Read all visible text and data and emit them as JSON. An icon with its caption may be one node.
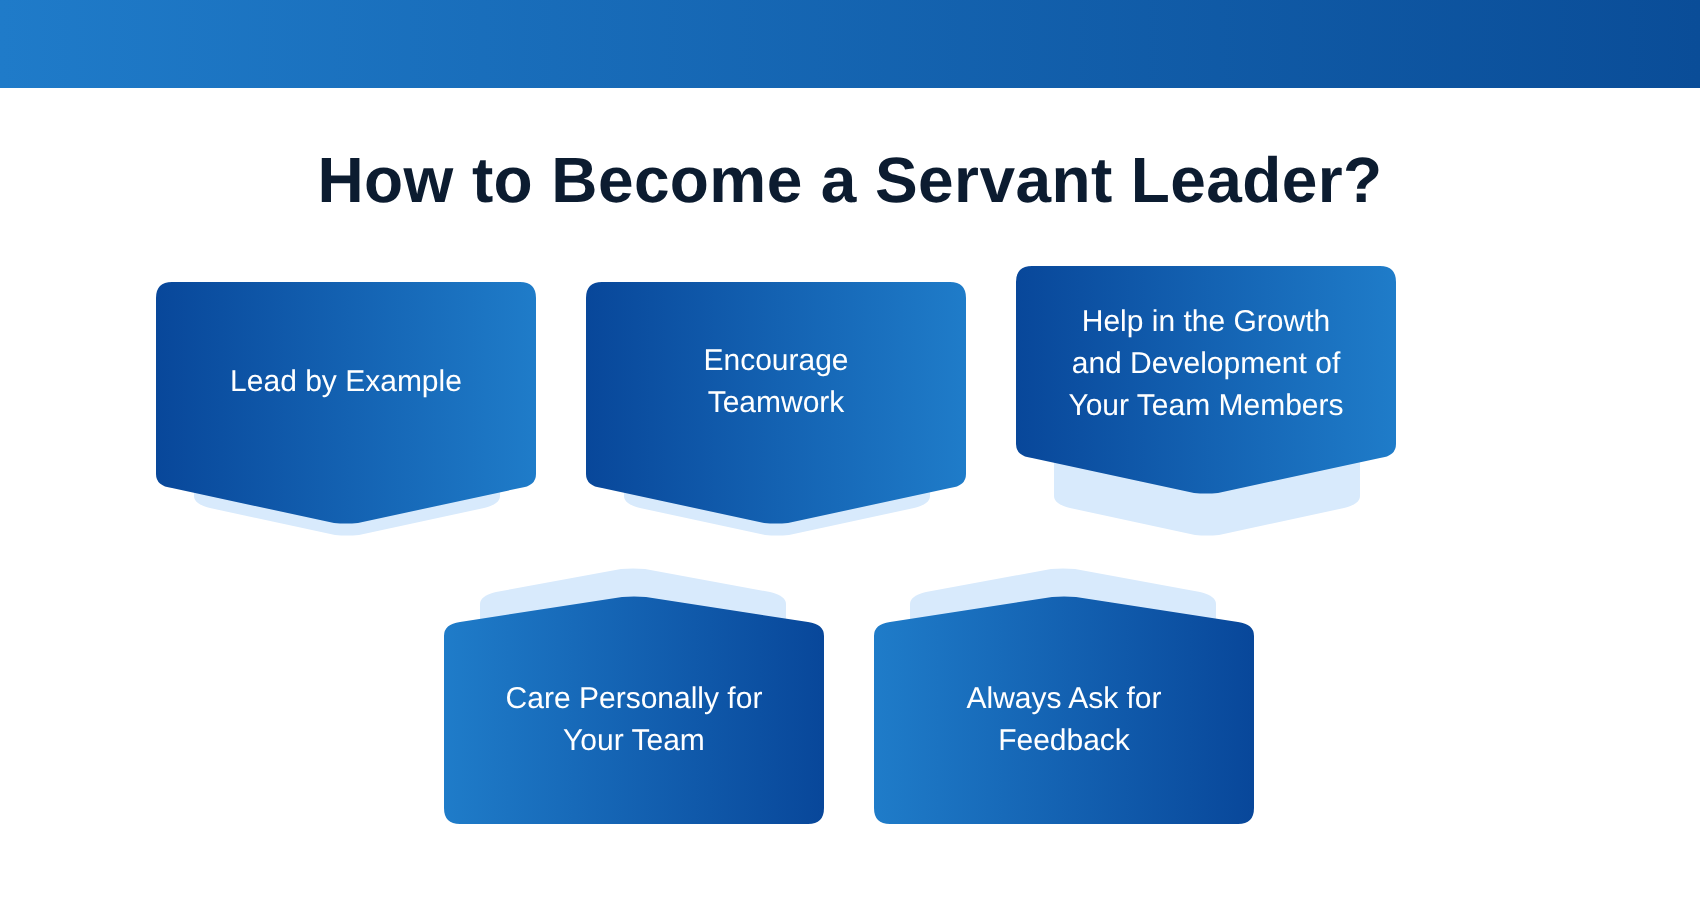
{
  "diagram": {
    "title": "How to Become a Servant Leader?",
    "nodes": [
      {
        "text": [
          "Lead by Example"
        ]
      },
      {
        "text": [
          "Encourage Teamwork"
        ]
      },
      {
        "text": [
          "Help in the Growth and Development of Your Team Members"
        ]
      },
      {
        "text": [
          "Care Personally for Your Team"
        ]
      },
      {
        "text": [
          "Always Ask for Feedback"
        ]
      }
    ]
  }
}
